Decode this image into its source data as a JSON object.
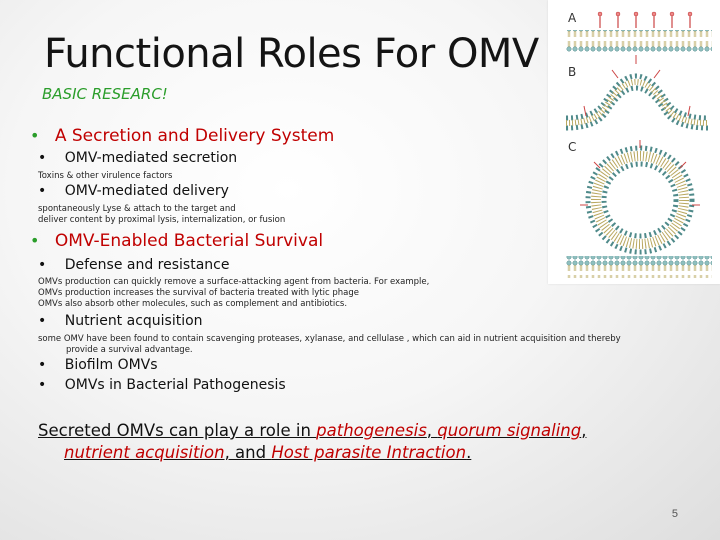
{
  "title": "Functional Roles For OMV",
  "subtitle": "BASIC RESEARC!",
  "section1": {
    "heading": "A Secretion and Delivery System",
    "item1": "OMV-mediated secretion",
    "item1_note": "Toxins & other virulence factors",
    "item2": "OMV-mediated delivery",
    "item2_note_line1": "spontaneously Lyse & attach to the target and",
    "item2_note_line2": "deliver content by proximal lysis, internalization, or fusion"
  },
  "section2": {
    "heading": "OMV-Enabled Bacterial Survival",
    "item1": "Defense and resistance",
    "item1_note_line1": "OMVs production can quickly remove a surface-attacking agent from bacteria. For example,",
    "item1_note_line2": "OMVs production increases the survival of bacteria treated with lytic phage",
    "item1_note_line3": "OMVs also absorb other molecules, such as complement and antibiotics.",
    "item2": "Nutrient acquisition",
    "item2_note_line1": "some OMV have been found to contain scavenging proteases, xylanase, and cellulase , which can aid in nutrient acquisition and thereby",
    "item2_note_line2": "provide a survival advantage.",
    "item3": "Biofilm OMVs",
    "item4": "OMVs in Bacterial Pathogenesis"
  },
  "footer": {
    "prefix": "Secreted OMVs can play a role in ",
    "term1": "pathogenesis",
    "sep1": ", ",
    "term2": "quorum signaling",
    "sep2": ", ",
    "term3": "nutrient acquisition",
    "sep3": ", and ",
    "term4": "Host parasite Intraction",
    "end": "."
  },
  "figure": {
    "label_a": "A",
    "label_b": "B",
    "label_c": "C"
  },
  "page_number": "5",
  "colors": {
    "accent_red": "#c00000",
    "accent_green": "#2a9d2a"
  }
}
